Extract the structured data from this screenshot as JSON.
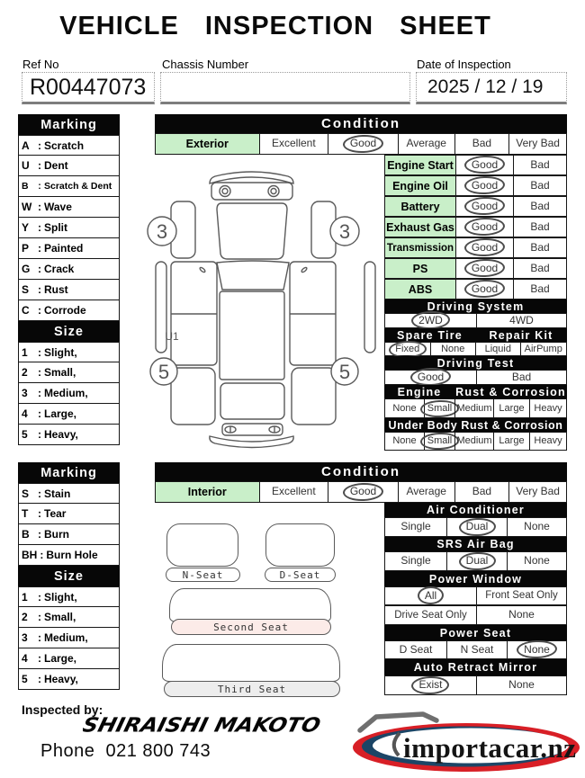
{
  "header": {
    "title": "VEHICLE INSPECTION SHEET"
  },
  "fields": {
    "ref_no_label": "Ref No",
    "ref_no_value": "R00447073",
    "chassis_label": "Chassis Number",
    "chassis_value": "",
    "date_label": "Date of Inspection",
    "date_value": "2025 / 12 / 19"
  },
  "colors": {
    "accent_green": "#c9efc9",
    "header_black": "#070707",
    "circle_mark": "#4c4c4c",
    "second_seat_pink": "#fcebe8",
    "third_seat_gray": "#ededed"
  },
  "exterior_legend": {
    "marking_title": "Marking",
    "marking_items": [
      {
        "code": "A",
        "label": "Scratch"
      },
      {
        "code": "U",
        "label": "Dent"
      },
      {
        "code": "B",
        "label": "Scratch & Dent"
      },
      {
        "code": "W",
        "label": "Wave"
      },
      {
        "code": "Y",
        "label": "Split"
      },
      {
        "code": "P",
        "label": "Painted"
      },
      {
        "code": "G",
        "label": "Crack"
      },
      {
        "code": "S",
        "label": "Rust"
      },
      {
        "code": "C",
        "label": "Corrode"
      }
    ],
    "size_title": "Size",
    "size_items": [
      {
        "code": "1",
        "label": "Slight,"
      },
      {
        "code": "2",
        "label": "Small,"
      },
      {
        "code": "3",
        "label": "Medium,"
      },
      {
        "code": "4",
        "label": "Large,"
      },
      {
        "code": "5",
        "label": "Heavy,"
      }
    ]
  },
  "interior_legend": {
    "marking_title": "Marking",
    "marking_items": [
      {
        "code": "S",
        "label": "Stain"
      },
      {
        "code": "T",
        "label": "Tear"
      },
      {
        "code": "B",
        "label": "Burn"
      },
      {
        "code": "BH",
        "label": "Burn Hole"
      }
    ],
    "size_title": "Size",
    "size_items": [
      {
        "code": "1",
        "label": "Slight,"
      },
      {
        "code": "2",
        "label": "Small,"
      },
      {
        "code": "3",
        "label": "Medium,"
      },
      {
        "code": "4",
        "label": "Large,"
      },
      {
        "code": "5",
        "label": "Heavy,"
      }
    ]
  },
  "exterior_condition": {
    "title": "Condition",
    "row_label": "Exterior",
    "options": [
      "Excellent",
      "Good",
      "Average",
      "Bad",
      "Very Bad"
    ],
    "selected": "Good"
  },
  "interior_condition": {
    "title": "Condition",
    "row_label": "Interior",
    "options": [
      "Excellent",
      "Good",
      "Average",
      "Bad",
      "Very Bad"
    ],
    "selected": "Good"
  },
  "systems": {
    "rows": [
      {
        "label": "Engine Start",
        "options": [
          "Good",
          "Bad"
        ],
        "selected": "Good"
      },
      {
        "label": "Engine Oil",
        "options": [
          "Good",
          "Bad"
        ],
        "selected": "Good"
      },
      {
        "label": "Battery",
        "options": [
          "Good",
          "Bad"
        ],
        "selected": "Good"
      },
      {
        "label": "Exhaust Gas",
        "options": [
          "Good",
          "Bad"
        ],
        "selected": "Good"
      },
      {
        "label": "Transmission",
        "options": [
          "Good",
          "Bad"
        ],
        "selected": "Good"
      },
      {
        "label": "PS",
        "options": [
          "Good",
          "Bad"
        ],
        "selected": "Good"
      },
      {
        "label": "ABS",
        "options": [
          "Good",
          "Bad"
        ],
        "selected": "Good"
      }
    ]
  },
  "driving_system": {
    "title": "Driving System",
    "options": [
      "2WD",
      "4WD"
    ],
    "selected": "2WD"
  },
  "spare_tire": {
    "title": "Spare Tire",
    "options": [
      "Fixed",
      "None"
    ],
    "selected": "Fixed"
  },
  "repair_kit": {
    "title": "Repair Kit",
    "options": [
      "Liquid",
      "AirPump"
    ],
    "selected": ""
  },
  "driving_test": {
    "title": "Driving Test",
    "options": [
      "Good",
      "Bad"
    ],
    "selected": "Good"
  },
  "engine_rust": {
    "title_left": "Engine",
    "title_right": "Rust & Corrosion",
    "options": [
      "None",
      "Small",
      "Medium",
      "Large",
      "Heavy"
    ],
    "selected": "Small"
  },
  "under_body_rust": {
    "title": "Under Body Rust & Corrosion",
    "options": [
      "None",
      "Small",
      "Medium",
      "Large",
      "Heavy"
    ],
    "selected": "Small"
  },
  "air_conditioner": {
    "title": "Air Conditioner",
    "options": [
      "Single",
      "Dual",
      "None"
    ],
    "selected": "Dual"
  },
  "srs_air_bag": {
    "title": "SRS Air Bag",
    "options": [
      "Single",
      "Dual",
      "None"
    ],
    "selected": "Dual"
  },
  "power_window": {
    "title": "Power Window",
    "options": [
      "All",
      "Front Seat Only",
      "Drive Seat Only",
      "None"
    ],
    "selected": "All"
  },
  "power_seat": {
    "title": "Power Seat",
    "options": [
      "D Seat",
      "N Seat",
      "None"
    ],
    "selected": "None"
  },
  "auto_retract_mirror": {
    "title": "Auto Retract Mirror",
    "options": [
      "Exist",
      "None"
    ],
    "selected": "Exist"
  },
  "car_diagram": {
    "wheel_marks": [
      "3",
      "3",
      "5",
      "5"
    ],
    "damage_mark": "U1"
  },
  "seat_diagram": {
    "n_seat": "N-Seat",
    "d_seat": "D-Seat",
    "second_seat": "Second Seat",
    "third_seat": "Third Seat"
  },
  "footer": {
    "inspected_by_label": "Inspected by:",
    "signature": "SHIRAISHI MAKOTO",
    "phone": "Phone  021 800 743",
    "logo_text": "importacar.nz",
    "logo_red": "#d81f26",
    "logo_navy": "#1c4566"
  }
}
